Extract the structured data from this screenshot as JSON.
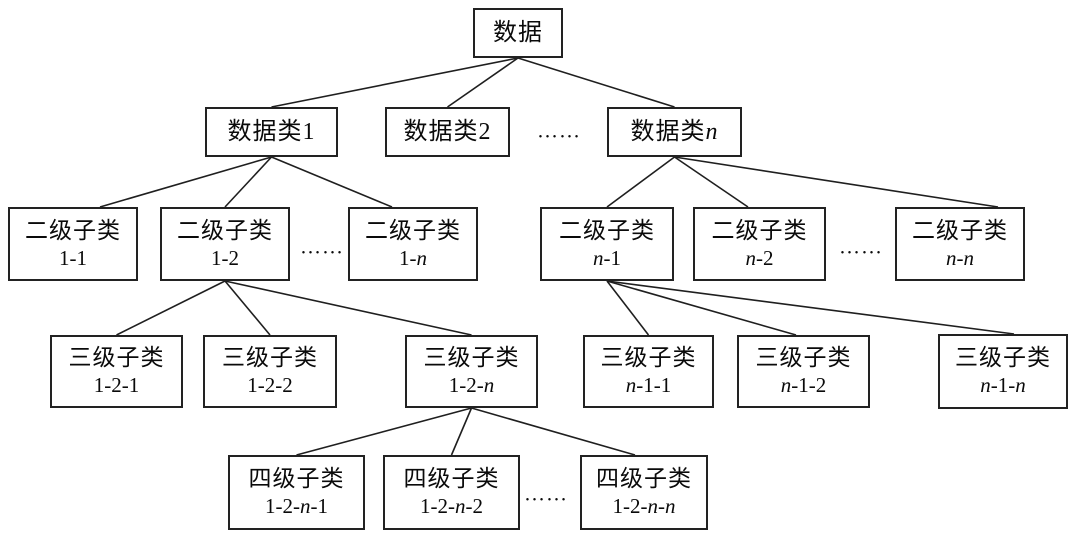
{
  "diagram": {
    "background_color": "#ffffff",
    "box_border_color": "#222222",
    "connector_color": "#1f1f1f",
    "text_color": "#0a0a0a",
    "nodes": [
      {
        "id": "data",
        "line1": "数据",
        "line2": ""
      },
      {
        "id": "class-1",
        "line1": "数据类1",
        "line2": ""
      },
      {
        "id": "class-2",
        "line1": "数据类2",
        "line2": ""
      },
      {
        "id": "class-n",
        "line1": "数据类n",
        "line2": ""
      },
      {
        "id": "sub2-1-1",
        "line1": "二级子类",
        "line2": "1-1"
      },
      {
        "id": "sub2-1-2",
        "line1": "二级子类",
        "line2": "1-2"
      },
      {
        "id": "sub2-1-n",
        "line1": "二级子类",
        "line2": "1-n"
      },
      {
        "id": "sub2-n-1",
        "line1": "二级子类",
        "line2": "n-1"
      },
      {
        "id": "sub2-n-2",
        "line1": "二级子类",
        "line2": "n-2"
      },
      {
        "id": "sub2-n-n",
        "line1": "二级子类",
        "line2": "n-n"
      },
      {
        "id": "sub3-1-2-1",
        "line1": "三级子类",
        "line2": "1-2-1"
      },
      {
        "id": "sub3-1-2-2",
        "line1": "三级子类",
        "line2": "1-2-2"
      },
      {
        "id": "sub3-1-2-n",
        "line1": "三级子类",
        "line2": "1-2-n"
      },
      {
        "id": "sub3-n-1-1",
        "line1": "三级子类",
        "line2": "n-1-1"
      },
      {
        "id": "sub3-n-1-2",
        "line1": "三级子类",
        "line2": "n-1-2"
      },
      {
        "id": "sub3-n-1-n",
        "line1": "三级子类",
        "line2": "n-1-n"
      },
      {
        "id": "sub4-1-2-n-1",
        "line1": "四级子类",
        "line2": "1-2-n-1"
      },
      {
        "id": "sub4-1-2-n-2",
        "line1": "四级子类",
        "line2": "1-2-n-2"
      },
      {
        "id": "sub4-1-2-n-n",
        "line1": "四级子类",
        "line2": "1-2-n-n"
      }
    ],
    "edges": [
      [
        "data",
        "class-1"
      ],
      [
        "data",
        "class-2"
      ],
      [
        "data",
        "class-n"
      ],
      [
        "class-1",
        "sub2-1-1"
      ],
      [
        "class-1",
        "sub2-1-2"
      ],
      [
        "class-1",
        "sub2-1-n"
      ],
      [
        "class-n",
        "sub2-n-1"
      ],
      [
        "class-n",
        "sub2-n-2"
      ],
      [
        "class-n",
        "sub2-n-n"
      ],
      [
        "sub2-1-2",
        "sub3-1-2-1"
      ],
      [
        "sub2-1-2",
        "sub3-1-2-2"
      ],
      [
        "sub2-1-2",
        "sub3-1-2-n"
      ],
      [
        "sub2-n-1",
        "sub3-n-1-1"
      ],
      [
        "sub2-n-1",
        "sub3-n-1-2"
      ],
      [
        "sub2-n-1",
        "sub3-n-1-n"
      ],
      [
        "sub3-1-2-n",
        "sub4-1-2-n-1"
      ],
      [
        "sub3-1-2-n",
        "sub4-1-2-n-2"
      ],
      [
        "sub3-1-2-n",
        "sub4-1-2-n-n"
      ]
    ],
    "ellipsis_items": [
      {
        "id": "dots-classes",
        "label": "……"
      },
      {
        "id": "dots-sub2-left",
        "label": "……"
      },
      {
        "id": "dots-sub2-right",
        "label": "……"
      },
      {
        "id": "dots-sub4",
        "label": "……"
      }
    ]
  }
}
